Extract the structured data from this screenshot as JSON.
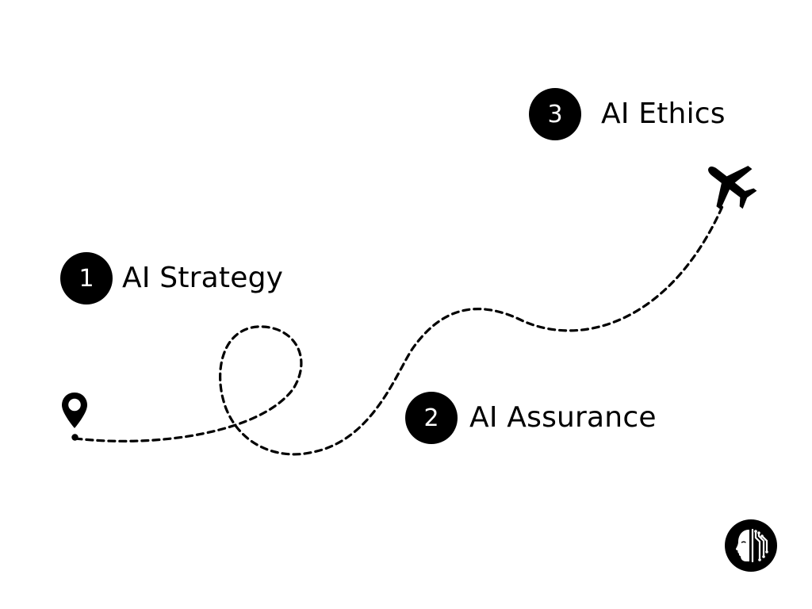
{
  "steps": [
    {
      "number": "1",
      "label": "AI Strategy"
    },
    {
      "number": "2",
      "label": "AI Assurance"
    },
    {
      "number": "3",
      "label": "AI Ethics"
    }
  ],
  "icons": {
    "start": "location-pin-icon",
    "end": "airplane-icon",
    "brand": "logo-icon"
  },
  "colors": {
    "foreground": "#000000",
    "background": "#ffffff"
  }
}
